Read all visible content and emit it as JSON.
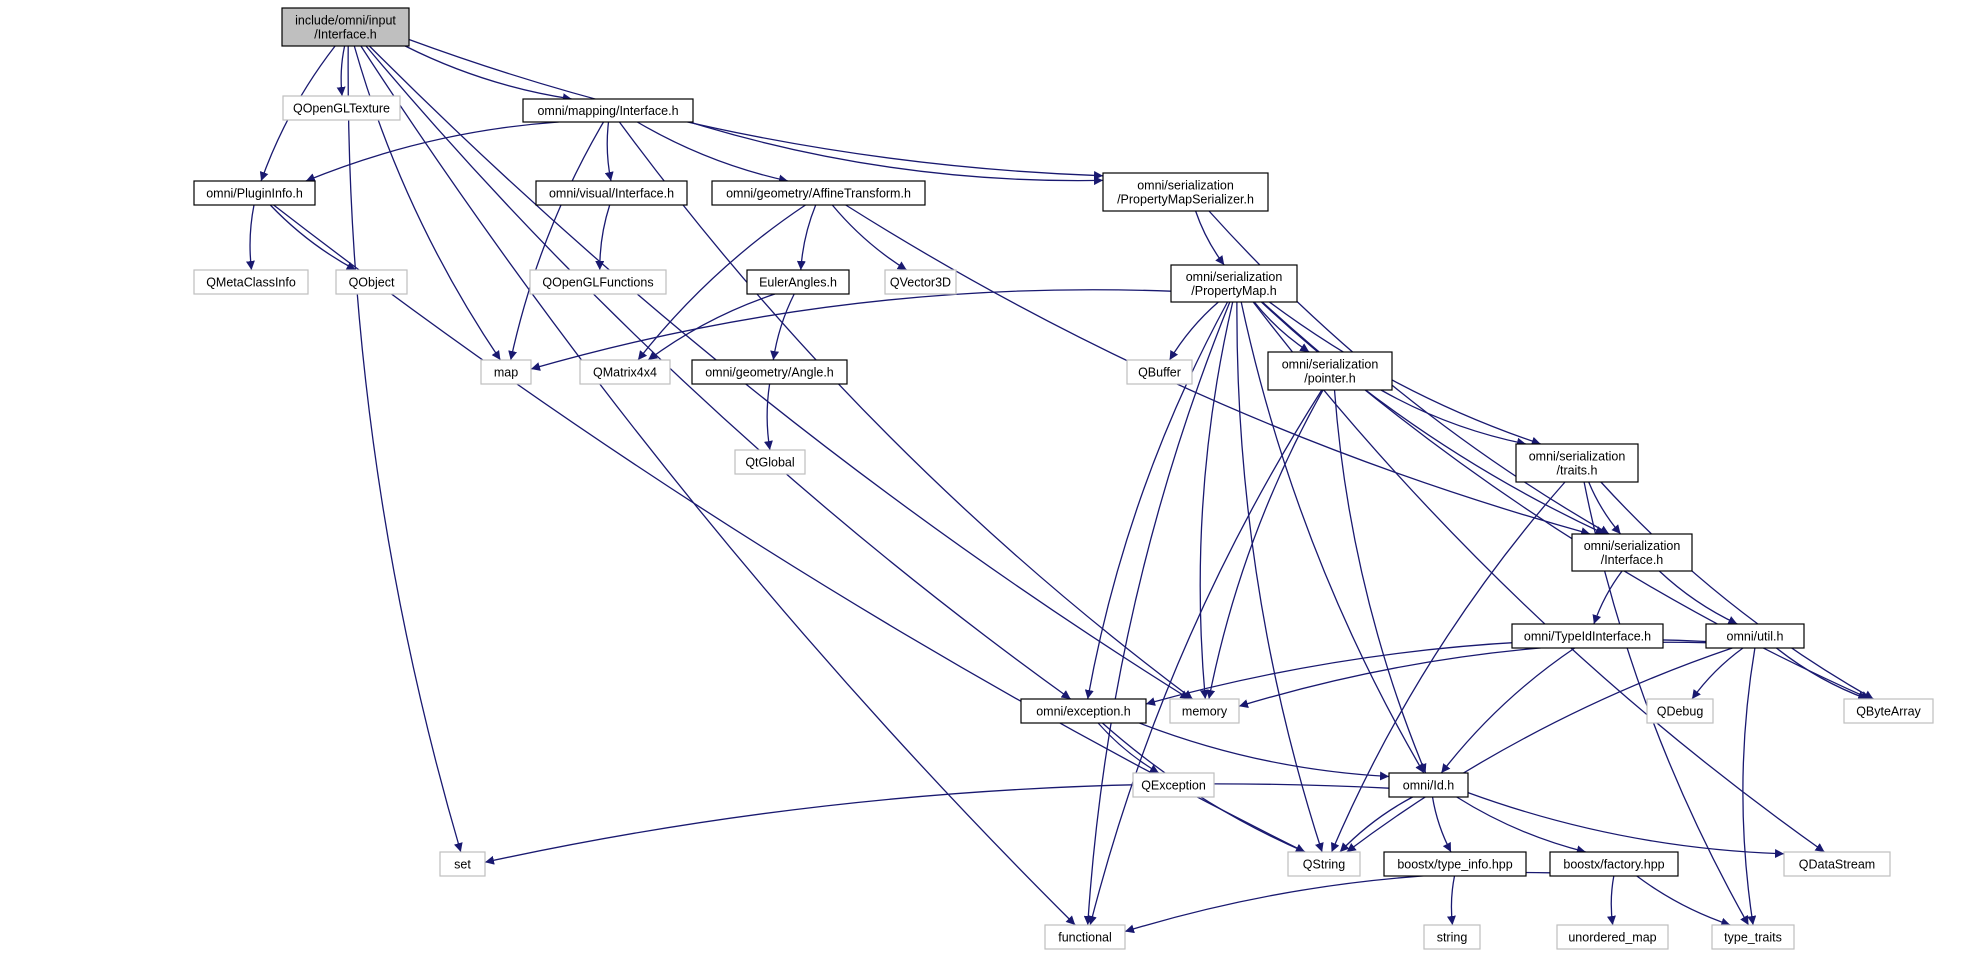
{
  "graph": {
    "nodes": [
      {
        "id": "root",
        "lines": [
          "include/omni/input",
          "/Interface.h"
        ],
        "kind": "root"
      },
      {
        "id": "qopengltexture",
        "lines": [
          "QOpenGLTexture"
        ],
        "kind": "external"
      },
      {
        "id": "mapping_iface",
        "lines": [
          "omni/mapping/Interface.h"
        ],
        "kind": "documented"
      },
      {
        "id": "pluginfo",
        "lines": [
          "omni/PluginInfo.h"
        ],
        "kind": "documented"
      },
      {
        "id": "visual_iface",
        "lines": [
          "omni/visual/Interface.h"
        ],
        "kind": "documented"
      },
      {
        "id": "affine",
        "lines": [
          "omni/geometry/AffineTransform.h"
        ],
        "kind": "documented"
      },
      {
        "id": "pmserializer",
        "lines": [
          "omni/serialization",
          "/PropertyMapSerializer.h"
        ],
        "kind": "documented"
      },
      {
        "id": "qmetaclassinfo",
        "lines": [
          "QMetaClassInfo"
        ],
        "kind": "external"
      },
      {
        "id": "qobject",
        "lines": [
          "QObject"
        ],
        "kind": "external"
      },
      {
        "id": "qopenglfunctions",
        "lines": [
          "QOpenGLFunctions"
        ],
        "kind": "external"
      },
      {
        "id": "eulerangles",
        "lines": [
          "EulerAngles.h"
        ],
        "kind": "documented"
      },
      {
        "id": "qvector3d",
        "lines": [
          "QVector3D"
        ],
        "kind": "external"
      },
      {
        "id": "propertymap",
        "lines": [
          "omni/serialization",
          "/PropertyMap.h"
        ],
        "kind": "documented"
      },
      {
        "id": "map",
        "lines": [
          "map"
        ],
        "kind": "external"
      },
      {
        "id": "qmatrix4x4",
        "lines": [
          "QMatrix4x4"
        ],
        "kind": "external"
      },
      {
        "id": "angle",
        "lines": [
          "omni/geometry/Angle.h"
        ],
        "kind": "documented"
      },
      {
        "id": "qbuffer",
        "lines": [
          "QBuffer"
        ],
        "kind": "external"
      },
      {
        "id": "pointer",
        "lines": [
          "omni/serialization",
          "/pointer.h"
        ],
        "kind": "documented"
      },
      {
        "id": "qtglobal",
        "lines": [
          "QtGlobal"
        ],
        "kind": "external"
      },
      {
        "id": "traits",
        "lines": [
          "omni/serialization",
          "/traits.h"
        ],
        "kind": "documented"
      },
      {
        "id": "ser_iface",
        "lines": [
          "omni/serialization",
          "/Interface.h"
        ],
        "kind": "documented"
      },
      {
        "id": "typeid",
        "lines": [
          "omni/TypeIdInterface.h"
        ],
        "kind": "documented"
      },
      {
        "id": "util",
        "lines": [
          "omni/util.h"
        ],
        "kind": "documented"
      },
      {
        "id": "exception",
        "lines": [
          "omni/exception.h"
        ],
        "kind": "documented"
      },
      {
        "id": "memory",
        "lines": [
          "memory"
        ],
        "kind": "external"
      },
      {
        "id": "qdebug",
        "lines": [
          "QDebug"
        ],
        "kind": "external"
      },
      {
        "id": "qbytearray",
        "lines": [
          "QByteArray"
        ],
        "kind": "external"
      },
      {
        "id": "qexception",
        "lines": [
          "QException"
        ],
        "kind": "external"
      },
      {
        "id": "id",
        "lines": [
          "omni/Id.h"
        ],
        "kind": "documented"
      },
      {
        "id": "set",
        "lines": [
          "set"
        ],
        "kind": "external"
      },
      {
        "id": "qstring",
        "lines": [
          "QString"
        ],
        "kind": "external"
      },
      {
        "id": "typeinfo",
        "lines": [
          "boostx/type_info.hpp"
        ],
        "kind": "documented"
      },
      {
        "id": "factory",
        "lines": [
          "boostx/factory.hpp"
        ],
        "kind": "documented"
      },
      {
        "id": "qdatastream",
        "lines": [
          "QDataStream"
        ],
        "kind": "external"
      },
      {
        "id": "functional",
        "lines": [
          "functional"
        ],
        "kind": "external"
      },
      {
        "id": "string",
        "lines": [
          "string"
        ],
        "kind": "external"
      },
      {
        "id": "unordered_map",
        "lines": [
          "unordered_map"
        ],
        "kind": "external"
      },
      {
        "id": "type_traits",
        "lines": [
          "type_traits"
        ],
        "kind": "external"
      }
    ],
    "edges": [
      [
        "root",
        "qopengltexture"
      ],
      [
        "root",
        "mapping_iface"
      ],
      [
        "root",
        "pluginfo"
      ],
      [
        "root",
        "pmserializer"
      ],
      [
        "root",
        "map"
      ],
      [
        "root",
        "memory"
      ],
      [
        "root",
        "exception"
      ],
      [
        "root",
        "set"
      ],
      [
        "root",
        "functional"
      ],
      [
        "mapping_iface",
        "pluginfo"
      ],
      [
        "mapping_iface",
        "visual_iface"
      ],
      [
        "mapping_iface",
        "affine"
      ],
      [
        "mapping_iface",
        "pmserializer"
      ],
      [
        "mapping_iface",
        "map"
      ],
      [
        "mapping_iface",
        "memory"
      ],
      [
        "pluginfo",
        "qmetaclassinfo"
      ],
      [
        "pluginfo",
        "qobject"
      ],
      [
        "pluginfo",
        "qstring"
      ],
      [
        "visual_iface",
        "qopenglfunctions"
      ],
      [
        "affine",
        "eulerangles"
      ],
      [
        "affine",
        "qvector3d"
      ],
      [
        "affine",
        "qmatrix4x4"
      ],
      [
        "affine",
        "ser_iface"
      ],
      [
        "pmserializer",
        "propertymap"
      ],
      [
        "pmserializer",
        "ser_iface"
      ],
      [
        "eulerangles",
        "qmatrix4x4"
      ],
      [
        "eulerangles",
        "angle"
      ],
      [
        "angle",
        "qtglobal"
      ],
      [
        "propertymap",
        "map"
      ],
      [
        "propertymap",
        "qbuffer"
      ],
      [
        "propertymap",
        "pointer"
      ],
      [
        "propertymap",
        "traits"
      ],
      [
        "propertymap",
        "ser_iface"
      ],
      [
        "propertymap",
        "id"
      ],
      [
        "propertymap",
        "memory"
      ],
      [
        "propertymap",
        "exception"
      ],
      [
        "propertymap",
        "qstring"
      ],
      [
        "propertymap",
        "functional"
      ],
      [
        "propertymap",
        "qbytearray"
      ],
      [
        "propertymap",
        "qdatastream"
      ],
      [
        "pointer",
        "traits"
      ],
      [
        "pointer",
        "memory"
      ],
      [
        "pointer",
        "id"
      ],
      [
        "pointer",
        "functional"
      ],
      [
        "traits",
        "ser_iface"
      ],
      [
        "traits",
        "qbytearray"
      ],
      [
        "traits",
        "qstring"
      ],
      [
        "traits",
        "type_traits"
      ],
      [
        "ser_iface",
        "typeid"
      ],
      [
        "ser_iface",
        "util"
      ],
      [
        "typeid",
        "id"
      ],
      [
        "util",
        "exception"
      ],
      [
        "util",
        "memory"
      ],
      [
        "util",
        "qdebug"
      ],
      [
        "util",
        "qbytearray"
      ],
      [
        "util",
        "qstring"
      ],
      [
        "util",
        "type_traits"
      ],
      [
        "exception",
        "qexception"
      ],
      [
        "exception",
        "id"
      ],
      [
        "exception",
        "qstring"
      ],
      [
        "id",
        "set"
      ],
      [
        "id",
        "qstring"
      ],
      [
        "id",
        "typeinfo"
      ],
      [
        "id",
        "factory"
      ],
      [
        "id",
        "qdatastream"
      ],
      [
        "typeinfo",
        "string"
      ],
      [
        "factory",
        "functional"
      ],
      [
        "factory",
        "unordered_map"
      ],
      [
        "factory",
        "type_traits"
      ]
    ]
  },
  "colors": {
    "edge": "#191970",
    "documented_border": "#000000",
    "documented_fill": "#ffffff",
    "external_border": "#bfbfbf",
    "external_fill": "#ffffff",
    "root_fill": "#bfbfbf",
    "root_border": "#000000",
    "text": "#000000"
  }
}
